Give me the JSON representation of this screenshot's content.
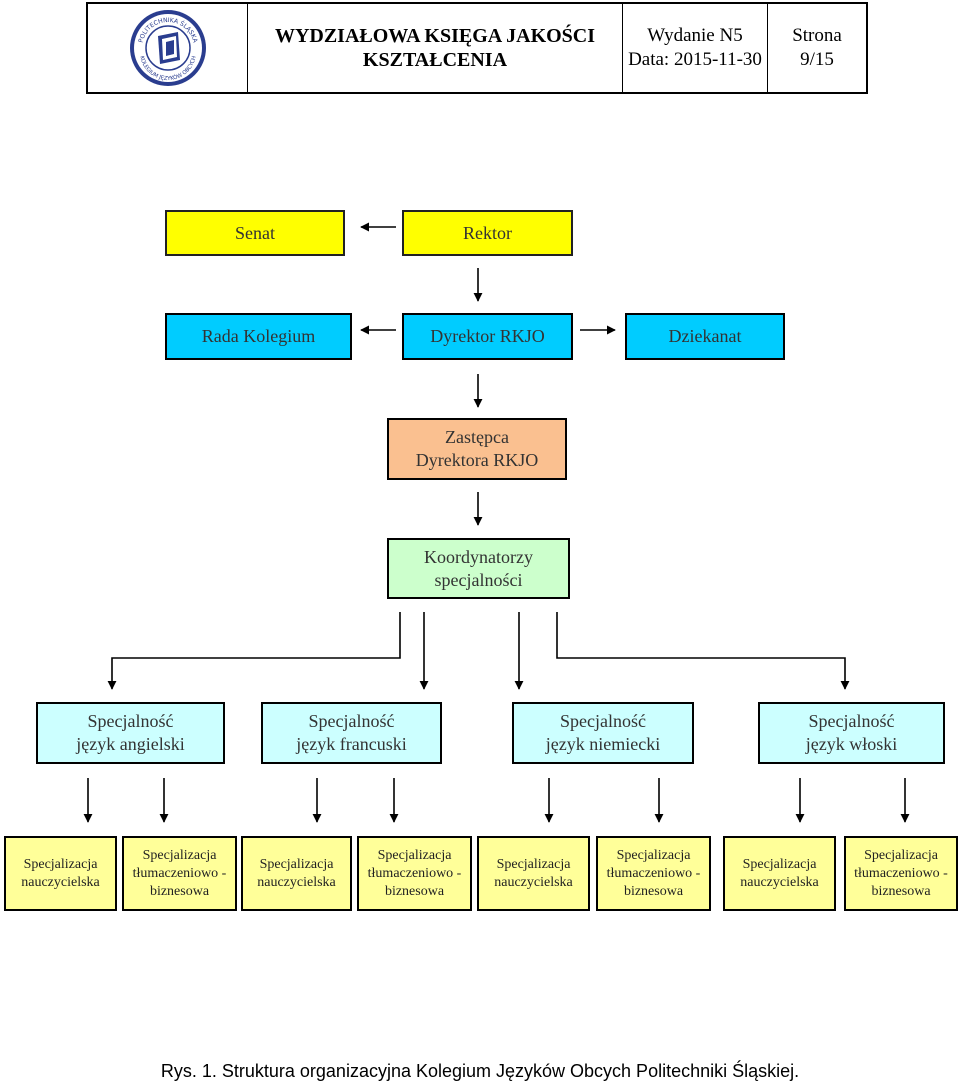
{
  "header": {
    "title_line1": "WYDZIAŁOWA KSIĘGA JAKOŚCI",
    "title_line2": "KSZTAŁCENIA",
    "edition_line1": "Wydanie N5",
    "edition_line2": "Data: 2015-11-30",
    "page_line1": "Strona",
    "page_line2": "9/15",
    "logo_text_top": "POLITECHNIKA ŚLĄSKA",
    "logo_text_bottom": "KOLEGIUM JĘZYKÓW OBCYCH"
  },
  "org": {
    "senat": "Senat",
    "rektor": "Rektor",
    "rada": "Rada Kolegium",
    "dyrektor": "Dyrektor RKJO",
    "dziekanat": "Dziekanat",
    "zastepca": [
      "Zastępca",
      "Dyrektora RKJO"
    ],
    "koordynatorzy": [
      "Koordynatorzy",
      "specjalności"
    ],
    "specjalnosci": [
      [
        "Specjalność",
        "język angielski"
      ],
      [
        "Specjalność",
        "język francuski"
      ],
      [
        "Specjalność",
        "język niemiecki"
      ],
      [
        "Specjalność",
        "język włoski"
      ]
    ],
    "specjalizacje": [
      [
        "Specjalizacja",
        "nauczycielska"
      ],
      [
        "Specjalizacja",
        "tłumaczeniowo -",
        "biznesowa"
      ],
      [
        "Specjalizacja",
        "nauczycielska"
      ],
      [
        "Specjalizacja",
        "tłumaczeniowo -",
        "biznesowa"
      ],
      [
        "Specjalizacja",
        "nauczycielska"
      ],
      [
        "Specjalizacja",
        "tłumaczeniowo -",
        "biznesowa"
      ],
      [
        "Specjalizacja",
        "nauczycielska"
      ],
      [
        "Specjalizacja",
        "tłumaczeniowo -",
        "biznesowa"
      ]
    ]
  },
  "caption": "Rys. 1. Struktura organizacyjna Kolegium Języków Obcych Politechniki Śląskiej.",
  "colors": {
    "yellow": "#ffff00",
    "blue": "#00ccff",
    "peach": "#fac090",
    "green": "#ccffcc",
    "cyan": "#ccffff",
    "light_yellow": "#ffff99"
  }
}
